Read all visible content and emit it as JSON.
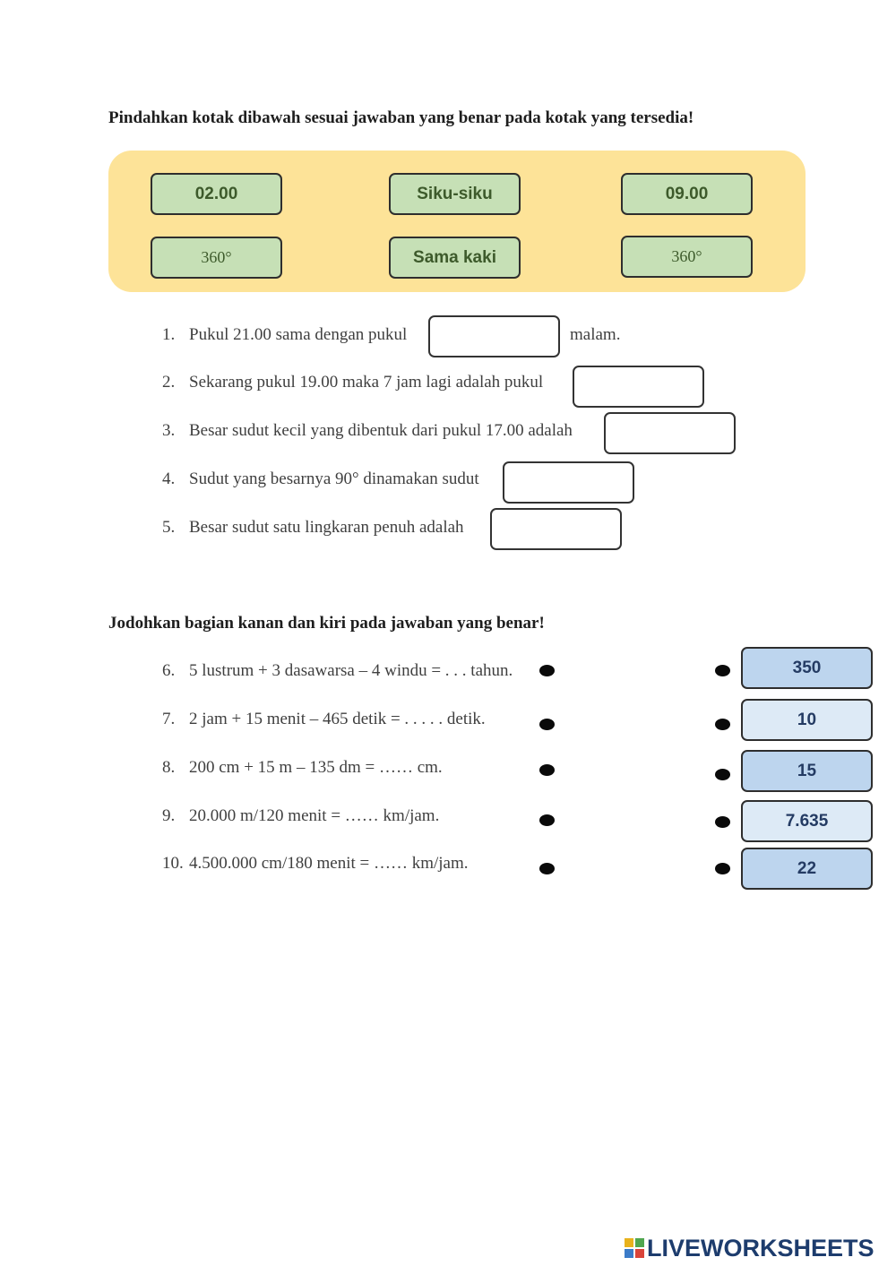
{
  "section1": {
    "instruction": "Pindahkan kotak dibawah sesuai jawaban yang benar pada kotak yang tersedia!",
    "chips": [
      "02.00",
      "Siku-siku",
      "09.00",
      "360°",
      "Sama kaki",
      "360°"
    ],
    "questions": [
      {
        "num": "1.",
        "before": "Pukul 21.00 sama dengan pukul",
        "after": "malam."
      },
      {
        "num": "2.",
        "before": "Sekarang pukul 19.00 maka 7 jam lagi adalah pukul",
        "after": ""
      },
      {
        "num": "3.",
        "before": "Besar sudut kecil yang dibentuk dari pukul 17.00 adalah",
        "after": ""
      },
      {
        "num": "4.",
        "before": "Sudut yang besarnya 90° dinamakan sudut",
        "after": ""
      },
      {
        "num": "5.",
        "before": "Besar sudut satu lingkaran penuh adalah",
        "after": ""
      }
    ]
  },
  "section2": {
    "instruction": "Jodohkan bagian kanan dan kiri pada jawaban yang benar!",
    "questions": [
      {
        "num": "6.",
        "text": "5 lustrum + 3 dasawarsa – 4 windu = . . . tahun."
      },
      {
        "num": "7.",
        "text": "2 jam + 15 menit – 465 detik = . . . . . detik."
      },
      {
        "num": "8.",
        "text": "200 cm + 15 m – 135 dm = …… cm."
      },
      {
        "num": "9.",
        "text": "20.000 m/120 menit  = …… km/jam."
      },
      {
        "num": "10.",
        "text": "4.500.000 cm/180 menit = …… km/jam."
      }
    ],
    "answers": [
      "350",
      "10",
      "15",
      "7.635",
      "22"
    ]
  },
  "footer": {
    "logo_text": "LIVEWORKSHEETS",
    "logo_icon": "liveworksheets-logo-icon"
  },
  "colors": {
    "bank_bg": "#fde398",
    "chip_bg": "#c6e0b6",
    "answer_dark": "#bdd5ee",
    "answer_light": "#ddeaf6",
    "brand": "#1d3c6d"
  }
}
